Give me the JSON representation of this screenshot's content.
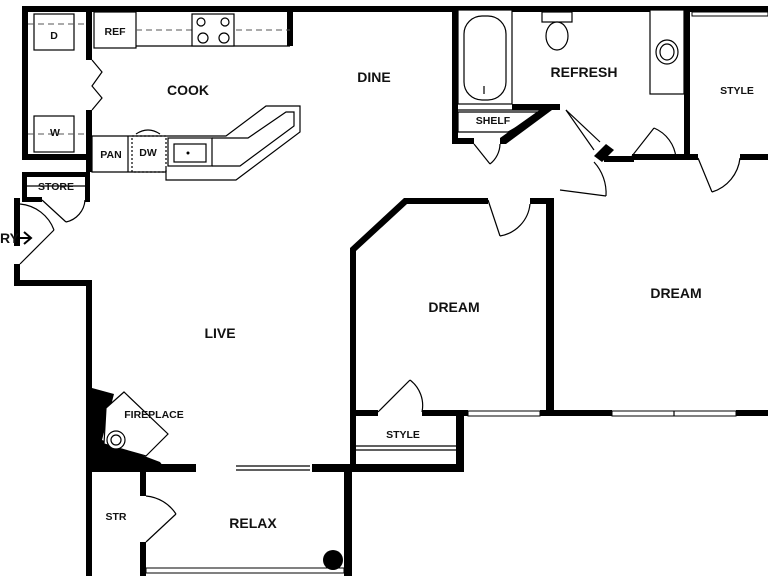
{
  "plan": {
    "rooms": {
      "cook": "COOK",
      "dine": "DINE",
      "refresh": "REFRESH",
      "live": "LIVE",
      "dream_left": "DREAM",
      "dream_right": "DREAM",
      "relax": "RELAX"
    },
    "fixtures": {
      "dryer": "D",
      "washer": "W",
      "ref": "REF",
      "pan": "PAN",
      "dw": "DW",
      "store": "STORE",
      "shelf": "SHELF",
      "style_top": "STYLE",
      "style_mid": "STYLE",
      "fireplace": "FIREPLACE",
      "str": "STR",
      "entry": "RY"
    }
  }
}
